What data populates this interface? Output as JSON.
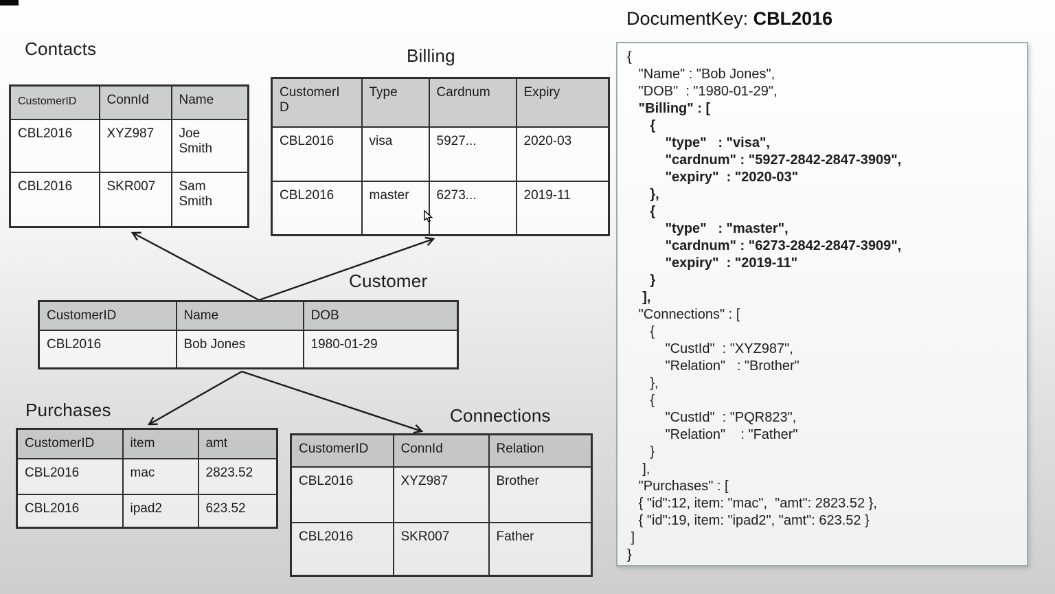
{
  "header": {
    "doc_key_label": "DocumentKey: ",
    "doc_key_value": "CBL2016"
  },
  "colors": {
    "table_border": "#2e2e2e",
    "table_header_bg": "#d6d6d6",
    "panel_border": "#9fa9ad",
    "arrow": "#1b1b1b"
  },
  "tables": {
    "contacts": {
      "title": "Contacts",
      "headers": [
        "CustomerID",
        "ConnId",
        "Name"
      ],
      "rows": [
        [
          "CBL2016",
          "XYZ987",
          "Joe Smith"
        ],
        [
          "CBL2016",
          "SKR007",
          "Sam Smith"
        ]
      ]
    },
    "billing": {
      "title": "Billing",
      "headers": [
        "CustomerID",
        "Type",
        "Cardnum",
        "Expiry"
      ],
      "rows": [
        [
          "CBL2016",
          "visa",
          "5927...",
          "2020-03"
        ],
        [
          "CBL2016",
          "master",
          "6273...",
          "2019-11"
        ]
      ]
    },
    "customer": {
      "title": "Customer",
      "headers": [
        "CustomerID",
        "Name",
        "DOB"
      ],
      "rows": [
        [
          "CBL2016",
          "Bob Jones",
          "1980-01-29"
        ]
      ]
    },
    "purchases": {
      "title": "Purchases",
      "headers": [
        "CustomerID",
        "item",
        "amt"
      ],
      "rows": [
        [
          "CBL2016",
          "mac",
          "2823.52"
        ],
        [
          "CBL2016",
          "ipad2",
          "623.52"
        ]
      ]
    },
    "connections": {
      "title": "Connections",
      "headers": [
        "CustomerID",
        "ConnId",
        "Relation"
      ],
      "rows": [
        [
          "CBL2016",
          "XYZ987",
          "Brother"
        ],
        [
          "CBL2016",
          "SKR007",
          "Father"
        ]
      ]
    }
  },
  "document": {
    "lines": [
      {
        "text": "{"
      },
      {
        "text": "   \"Name\" : \"Bob Jones\","
      },
      {
        "text": "   \"DOB\"  : \"1980-01-29\","
      },
      {
        "text": "   \"Billing\" : [",
        "bold": true
      },
      {
        "text": "      {",
        "bold": true
      },
      {
        "text": "          \"type\"   : \"visa\",",
        "bold": true
      },
      {
        "text": "          \"cardnum\" : \"5927-2842-2847-3909\",",
        "bold": true
      },
      {
        "text": "          \"expiry\"  : \"2020-03\"",
        "bold": true
      },
      {
        "text": "      },",
        "bold": true
      },
      {
        "text": "      {",
        "bold": true
      },
      {
        "text": "          \"type\"   : \"master\",",
        "bold": true
      },
      {
        "text": "          \"cardnum\" : \"6273-2842-2847-3909\",",
        "bold": true
      },
      {
        "text": "          \"expiry\"  : \"2019-11\"",
        "bold": true
      },
      {
        "text": "      }",
        "bold": true
      },
      {
        "text": "    ],",
        "bold": true
      },
      {
        "text": "   \"Connections\" : ["
      },
      {
        "text": "      {"
      },
      {
        "text": "          \"CustId\"  : \"XYZ987\","
      },
      {
        "text": "          \"Relation\"   : \"Brother\""
      },
      {
        "text": "      },"
      },
      {
        "text": "      {"
      },
      {
        "text": "          \"CustId\"  : \"PQR823\","
      },
      {
        "text": "          \"Relation\"    : \"Father\""
      },
      {
        "text": "      }"
      },
      {
        "text": "    ],"
      },
      {
        "text": "   \"Purchases\" : ["
      },
      {
        "text": "   { \"id\":12, item: \"mac\",  \"amt\": 2823.52 },"
      },
      {
        "text": "   { \"id\":19, item: \"ipad2\", \"amt\": 623.52 }"
      },
      {
        "text": " ]"
      },
      {
        "text": "}"
      }
    ]
  }
}
